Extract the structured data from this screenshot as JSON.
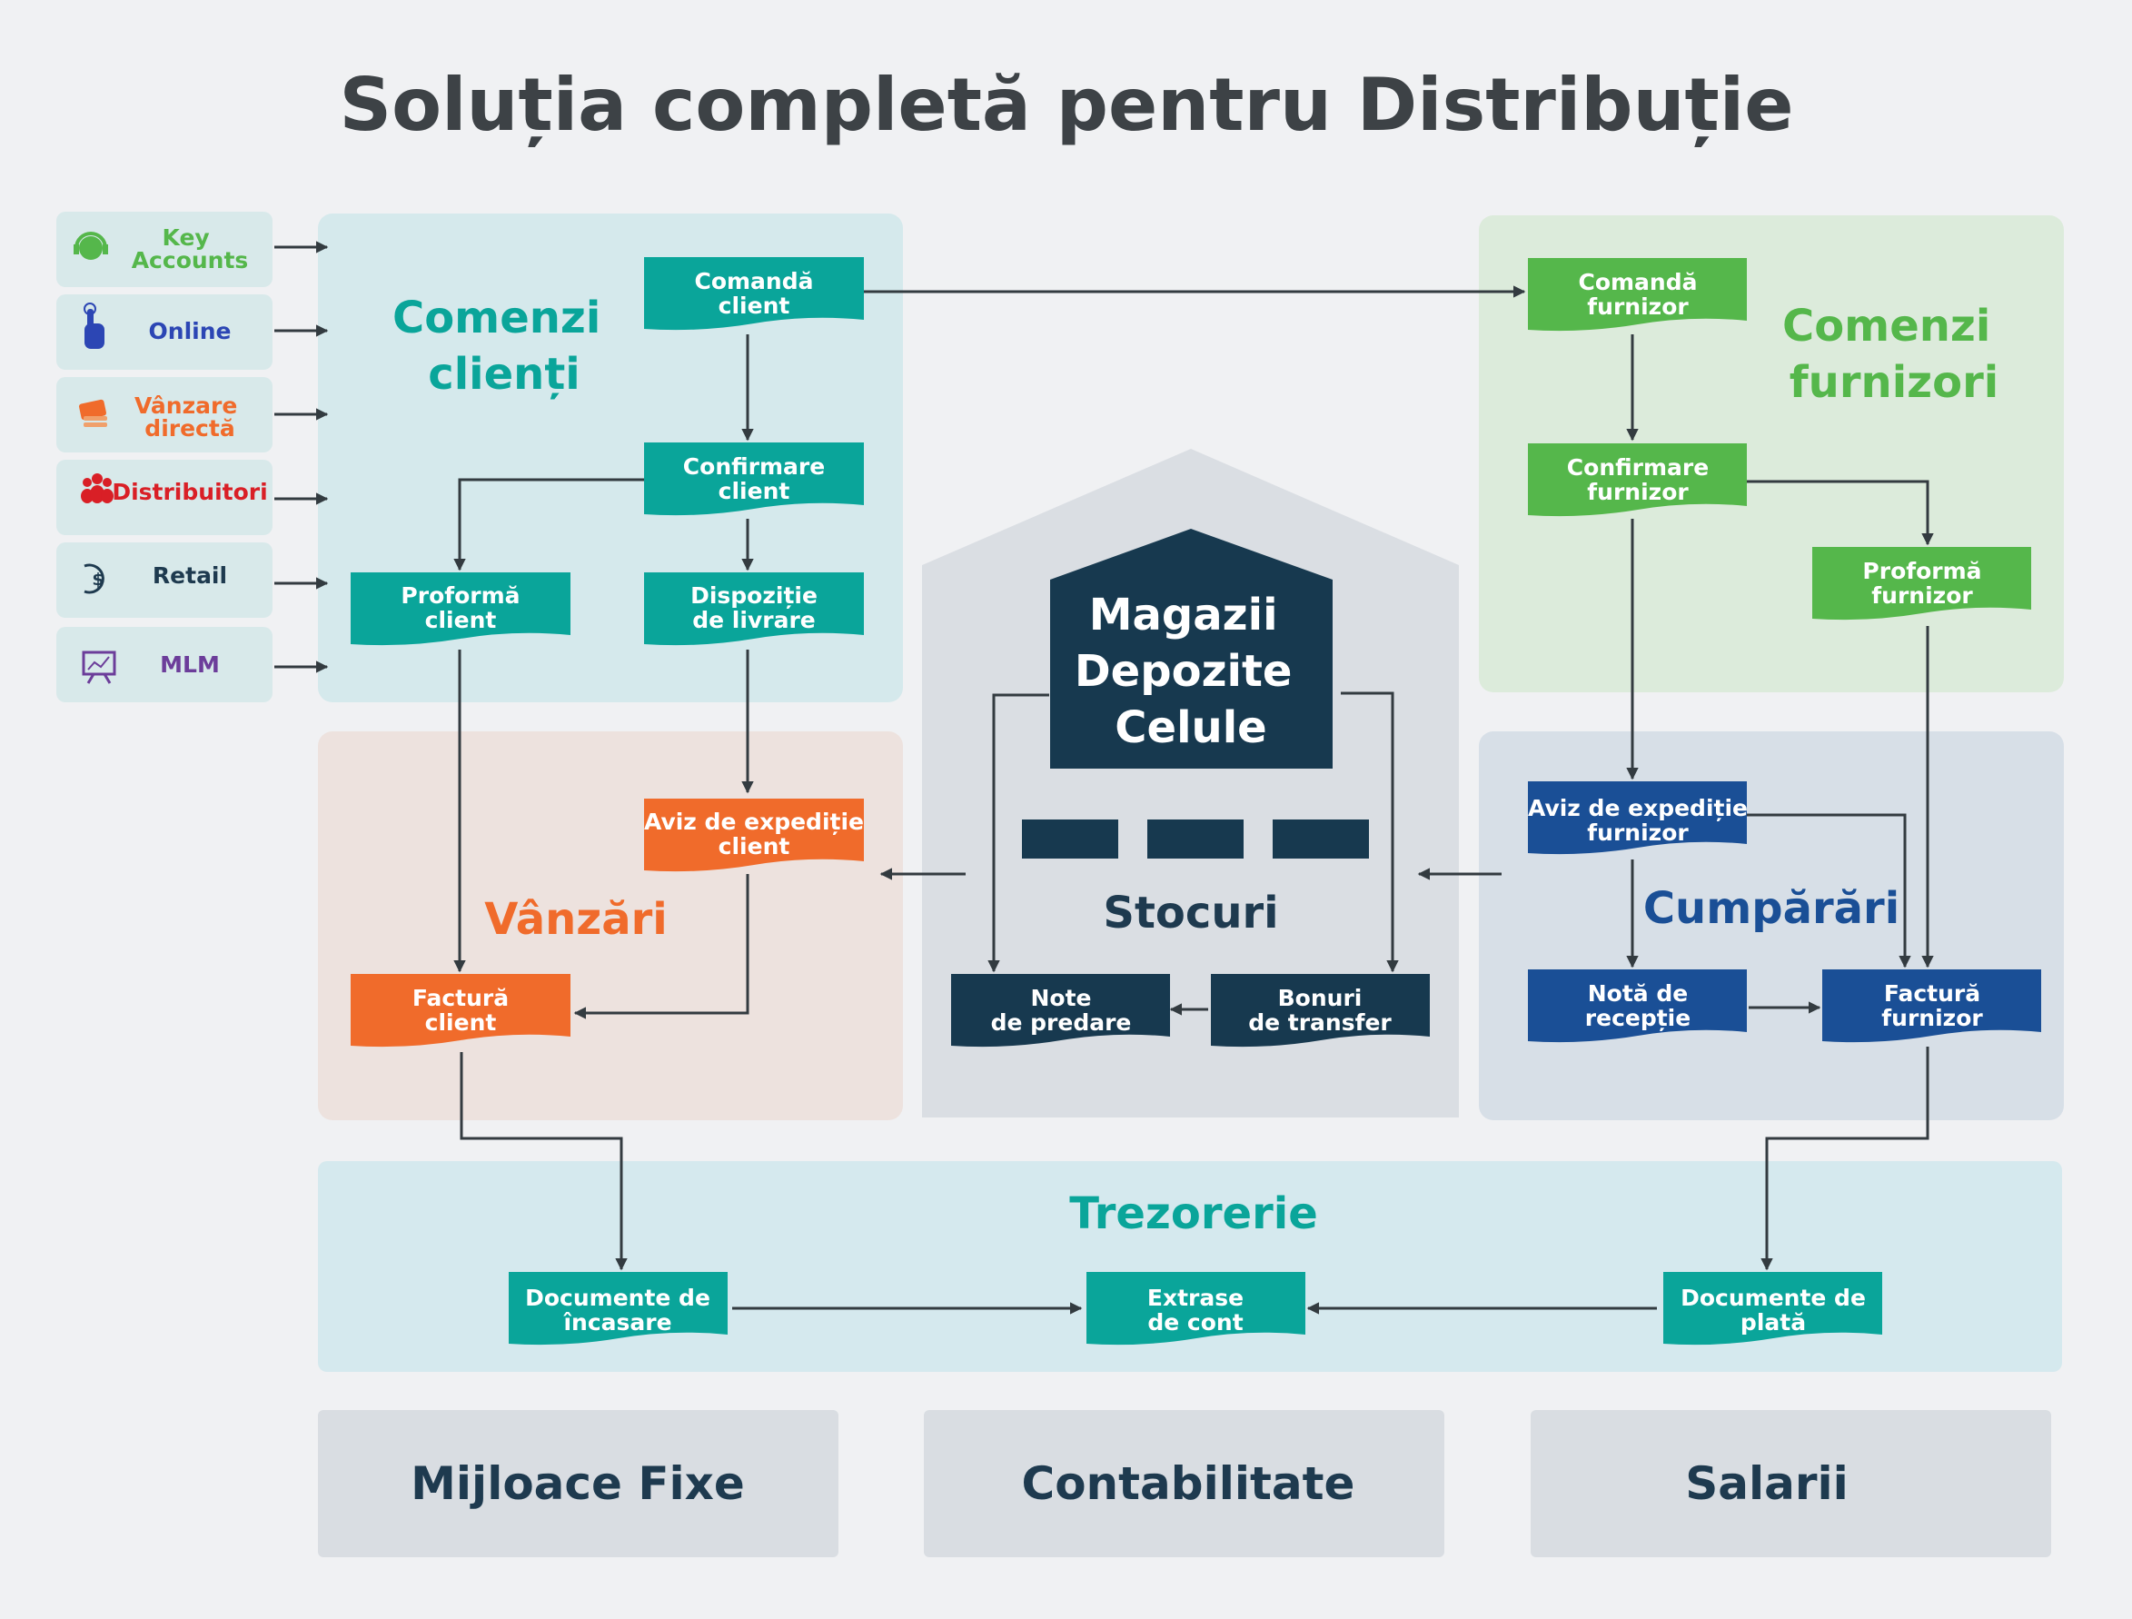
{
  "title": "Soluția completă pentru Distribuție",
  "colors": {
    "teal": "#0aa59a",
    "green": "#55b74b",
    "orange": "#f06b2b",
    "blue": "#1a4f96",
    "navy": "#17394f",
    "red": "#d91f26",
    "purple": "#6c3d9a",
    "channel_blue": "#2c46b4"
  },
  "channels": [
    {
      "label_line1": "Key",
      "label_line2": "Accounts",
      "icon": "headset-icon",
      "color": "#55b74b"
    },
    {
      "label_line1": "Online",
      "label_line2": "",
      "icon": "pointer-hand-icon",
      "color": "#2c46b4"
    },
    {
      "label_line1": "Vânzare",
      "label_line2": "directă",
      "icon": "cash-card-icon",
      "color": "#f06b2b"
    },
    {
      "label_line1": "Distribuitori",
      "label_line2": "",
      "icon": "people-group-icon",
      "color": "#d91f26"
    },
    {
      "label_line1": "Retail",
      "label_line2": "",
      "icon": "dollar-cycle-icon",
      "color": "#1e3a4f"
    },
    {
      "label_line1": "MLM",
      "label_line2": "",
      "icon": "presentation-board-icon",
      "color": "#6c3d9a"
    }
  ],
  "sections": {
    "comenzi_clienti": {
      "line1": "Comenzi",
      "line2": "clienți"
    },
    "comenzi_furnizori": {
      "line1": "Comenzi",
      "line2": "furnizori"
    },
    "vanzari": "Vânzări",
    "cumparari": "Cumpărări",
    "stocuri": "Stocuri",
    "trezorerie": "Trezorerie"
  },
  "warehouse": {
    "line1": "Magazii",
    "line2": "Depozite",
    "line3": "Celule"
  },
  "documents": {
    "comanda_client": {
      "line1": "Comandă",
      "line2": "client"
    },
    "confirmare_client": {
      "line1": "Confirmare",
      "line2": "client"
    },
    "proforma_client": {
      "line1": "Proformă",
      "line2": "client"
    },
    "dispozitie_livrare": {
      "line1": "Dispoziție",
      "line2": "de livrare"
    },
    "aviz_client": {
      "line1": "Aviz de expediție",
      "line2": "client"
    },
    "factura_client": {
      "line1": "Factură",
      "line2": "client"
    },
    "comanda_furnizor": {
      "line1": "Comandă",
      "line2": "furnizor"
    },
    "confirmare_furnizor": {
      "line1": "Confirmare",
      "line2": "furnizor"
    },
    "proforma_furnizor": {
      "line1": "Proformă",
      "line2": "furnizor"
    },
    "aviz_furnizor": {
      "line1": "Aviz de expediție",
      "line2": "furnizor"
    },
    "nota_receptie": {
      "line1": "Notă de",
      "line2": "recepție"
    },
    "factura_furnizor": {
      "line1": "Factură",
      "line2": "furnizor"
    },
    "note_predare": {
      "line1": "Note",
      "line2": "de predare"
    },
    "bonuri_transfer": {
      "line1": "Bonuri",
      "line2": "de transfer"
    },
    "documente_incasare": {
      "line1": "Documente de",
      "line2": "încasare"
    },
    "extrase_cont": {
      "line1": "Extrase",
      "line2": "de cont"
    },
    "documente_plata": {
      "line1": "Documente de",
      "line2": "plată"
    }
  },
  "modules": [
    "Mijloace Fixe",
    "Contabilitate",
    "Salarii"
  ]
}
